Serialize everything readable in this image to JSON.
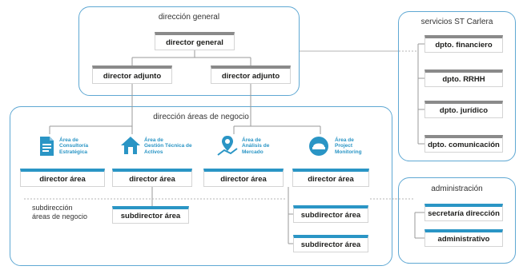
{
  "panels": {
    "direccion_general": "dirección general",
    "direccion_areas": "dirección áreas de negocio",
    "servicios": "servicios ST Carlera",
    "administracion": "administración"
  },
  "top": {
    "director_general": "director general",
    "director_adjunto_left": "director adjunto",
    "director_adjunto_right": "director adjunto"
  },
  "areas": [
    {
      "label_1": "Área de",
      "label_2": "Consultoría",
      "label_3": "Estratégica",
      "icon": "document-icon",
      "director": "director área"
    },
    {
      "label_1": "Área de",
      "label_2": "Gestión Técnica de",
      "label_3": "Activos",
      "icon": "house-icon",
      "director": "director área"
    },
    {
      "label_1": "Área de",
      "label_2": "Análisis de",
      "label_3": "Mercado",
      "icon": "map-pin-icon",
      "director": "director área"
    },
    {
      "label_1": "Área de",
      "label_2": "Project",
      "label_3": "Monitoring",
      "icon": "helmet-icon",
      "director": "director área"
    }
  ],
  "subdirectors": {
    "area2": "subdirector área",
    "area4_a": "subdirector área",
    "area4_b": "subdirector área"
  },
  "subdireccion_note": {
    "line1": "subdirección",
    "line2": "áreas de negocio"
  },
  "services": [
    "dpto. financiero",
    "dpto. RRHH",
    "dpto. jurídico",
    "dpto. comunicación"
  ],
  "admin": [
    "secretaría dirección",
    "administrativo"
  ],
  "colors": {
    "accent": "#2a95c5",
    "panel_border": "#5fa8d3",
    "grey": "#8a8a8a"
  }
}
